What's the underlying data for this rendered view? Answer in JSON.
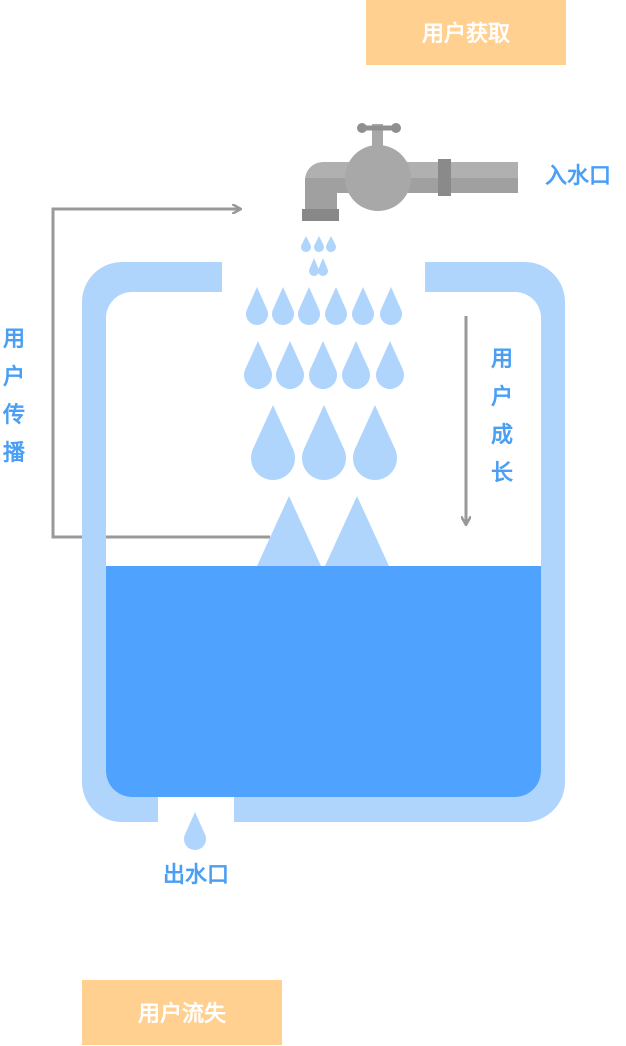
{
  "colors": {
    "water": "#4fa3fe",
    "light_water": "#b0d5fd",
    "label_blue": "#4a9ff5",
    "box_orange": "#ffd08f",
    "arrow_gray": "#999999",
    "faucet_gray": "#a8a8a8"
  },
  "labels": {
    "acquisition": "用户获取",
    "churn": "用户流失",
    "inlet": "入水口",
    "outlet": "出水口",
    "spread": [
      "用",
      "户",
      "传",
      "播"
    ],
    "growth": [
      "用",
      "户",
      "成",
      "长"
    ]
  },
  "icons": [
    "faucet-icon",
    "water-drop-icon",
    "water-tank-icon"
  ]
}
